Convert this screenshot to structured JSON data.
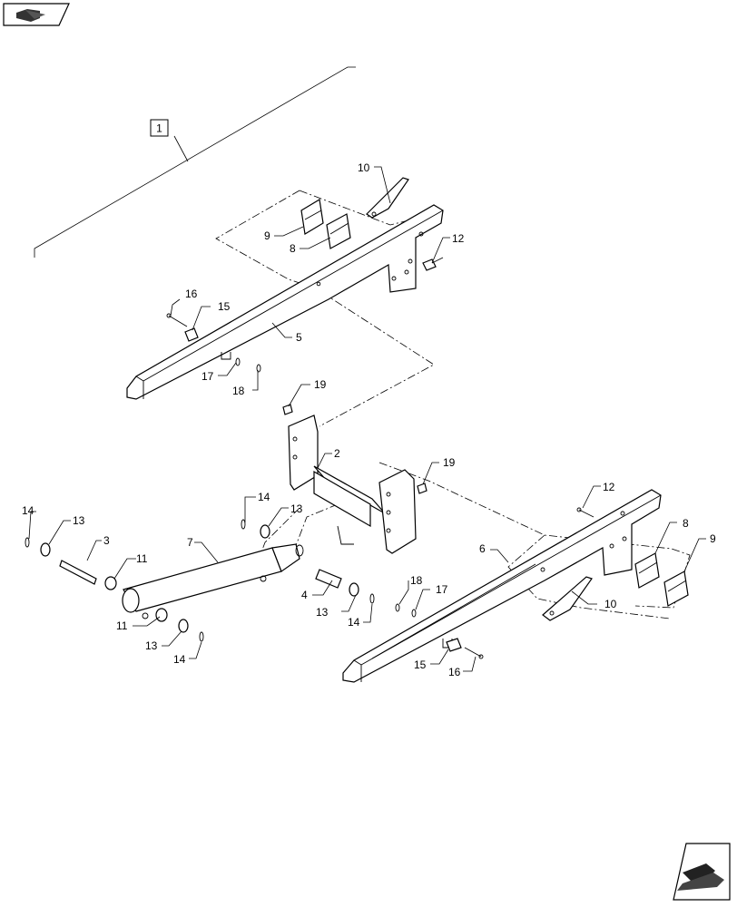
{
  "assembly_ref": "1",
  "callouts": {
    "c2": "2",
    "c3": "3",
    "c4": "4",
    "c5": "5",
    "c6": "6",
    "c7": "7",
    "c8a": "8",
    "c8b": "8",
    "c9a": "9",
    "c9b": "9",
    "c10a": "10",
    "c10b": "10",
    "c11a": "11",
    "c11b": "11",
    "c12a": "12",
    "c12b": "12",
    "c13a": "13",
    "c13b": "13",
    "c13c": "13",
    "c13d": "13",
    "c14a": "14",
    "c14b": "14",
    "c14c": "14",
    "c14d": "14",
    "c15a": "15",
    "c15b": "15",
    "c16a": "16",
    "c16b": "16",
    "c17a": "17",
    "c17b": "17",
    "c18a": "18",
    "c18b": "18",
    "c19a": "19",
    "c19b": "19"
  },
  "icons": {
    "top_left": "previous-page-icon",
    "bottom_right": "next-page-icon"
  }
}
